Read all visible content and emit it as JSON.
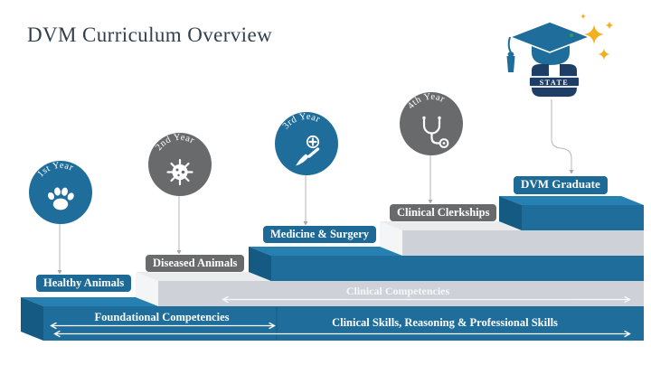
{
  "title": "DVM Curriculum Overview",
  "years": [
    {
      "label": "1st Year",
      "icon": "paw-icon",
      "theme": "blue"
    },
    {
      "label": "2nd Year",
      "icon": "virus-icon",
      "theme": "gray"
    },
    {
      "label": "3rd Year",
      "icon": "surgery-icon",
      "theme": "blue"
    },
    {
      "label": "4th Year",
      "icon": "stethoscope-icon",
      "theme": "gray"
    }
  ],
  "steps": [
    {
      "label": "Healthy Animals",
      "theme": "blue"
    },
    {
      "label": "Diseased Animals",
      "theme": "gray"
    },
    {
      "label": "Medicine & Surgery",
      "theme": "blue"
    },
    {
      "label": "Clinical Clerkships",
      "theme": "gray"
    },
    {
      "label": "DVM Graduate",
      "theme": "blue"
    }
  ],
  "bands": {
    "foundational": "Foundational Competencies",
    "clinical_competencies": "Clinical Competencies",
    "clinical_skills": "Clinical Skills, Reasoning & Professional Skills"
  },
  "logo": {
    "institution": "STATE"
  },
  "colors": {
    "step_blue_front": "#1e6d9b",
    "step_blue_top": "#2680b2",
    "step_blue_side": "#155a82",
    "step_gray_front": "#ced2d8",
    "step_gray_top": "#e9ebed",
    "step_gray_side": "#f4f5f6",
    "badge_gray": "#696a6c",
    "label_blue": "#1d6a96",
    "logo_navy": "#1f3e66",
    "sparkle_gold": "#f2b01f",
    "title_text": "#31404e"
  }
}
